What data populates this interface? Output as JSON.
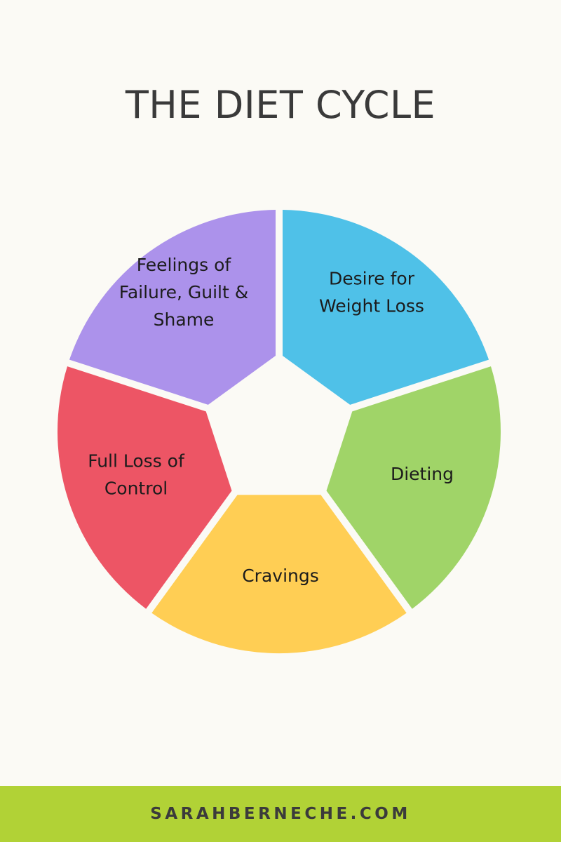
{
  "title": "THE DIET CYCLE",
  "segments": [
    {
      "id": "desire",
      "lines": [
        "Desire for",
        "Weight Loss"
      ],
      "color": "#4fc1e8"
    },
    {
      "id": "dieting",
      "lines": [
        "Dieting"
      ],
      "color": "#a0d468"
    },
    {
      "id": "cravings",
      "lines": [
        "Cravings"
      ],
      "color": "#ffce54"
    },
    {
      "id": "loss-of-control",
      "lines": [
        "Full Loss of",
        "Control"
      ],
      "color": "#ed5565"
    },
    {
      "id": "feelings",
      "lines": [
        "Feelings of",
        "Failure, Guilt &",
        "Shame"
      ],
      "color": "#ac92eb"
    }
  ],
  "footer": {
    "text": "SARAHBERNECHE.COM",
    "color": "#b1d236"
  }
}
